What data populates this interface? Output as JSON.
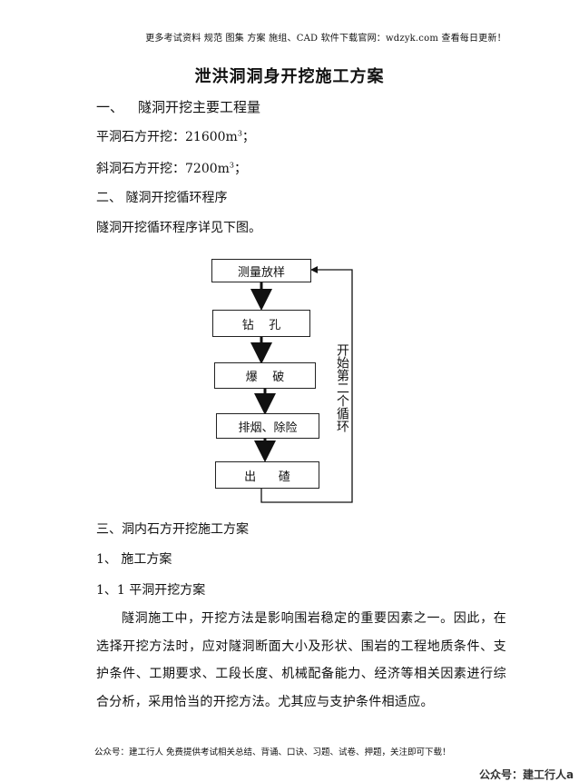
{
  "header_note": "更多考试资料 规范 图集 方案 施组、CAD 软件下载官网：wdzyk.com 查看每日更新！",
  "title": "泄洪洞洞身开挖施工方案",
  "section1": {
    "num": "一、",
    "title": "隧洞开挖主要工程量"
  },
  "quantities": [
    {
      "label": "平洞石方开挖：21600m",
      "sup": "3",
      "suffix": "；"
    },
    {
      "label": "斜洞石方开挖：7200m",
      "sup": "3",
      "suffix": "；"
    }
  ],
  "section2": {
    "heading": "二、  隧洞开挖循环程序"
  },
  "cycle_intro": "隧洞开挖循环程序详见下图。",
  "flow": {
    "steps": [
      "测量放样",
      "钻    孔",
      "爆    破",
      "排烟、除险",
      "出      碴"
    ],
    "loop_label": "开始第二个循环"
  },
  "section3": {
    "heading": "三、洞内石方开挖施工方案"
  },
  "sub1": "1、  施工方案",
  "sub11": "1、1 平洞开挖方案",
  "paragraph": "隧洞施工中，开挖方法是影响围岩稳定的重要因素之一。因此，在选择开挖方法时，应对隧洞断面大小及形状、围岩的工程地质条件、支护条件、工期要求、工段长度、机械配备能力、经济等相关因素进行综合分析，采用恰当的开挖方法。尤其应与支护条件相适应。",
  "footer_note": "公众号：建工行人 免费提供考试相关总结、背诵、口诀、习题、试卷、押题，关注即可下载！",
  "watermark": "公众号：建工行人a"
}
